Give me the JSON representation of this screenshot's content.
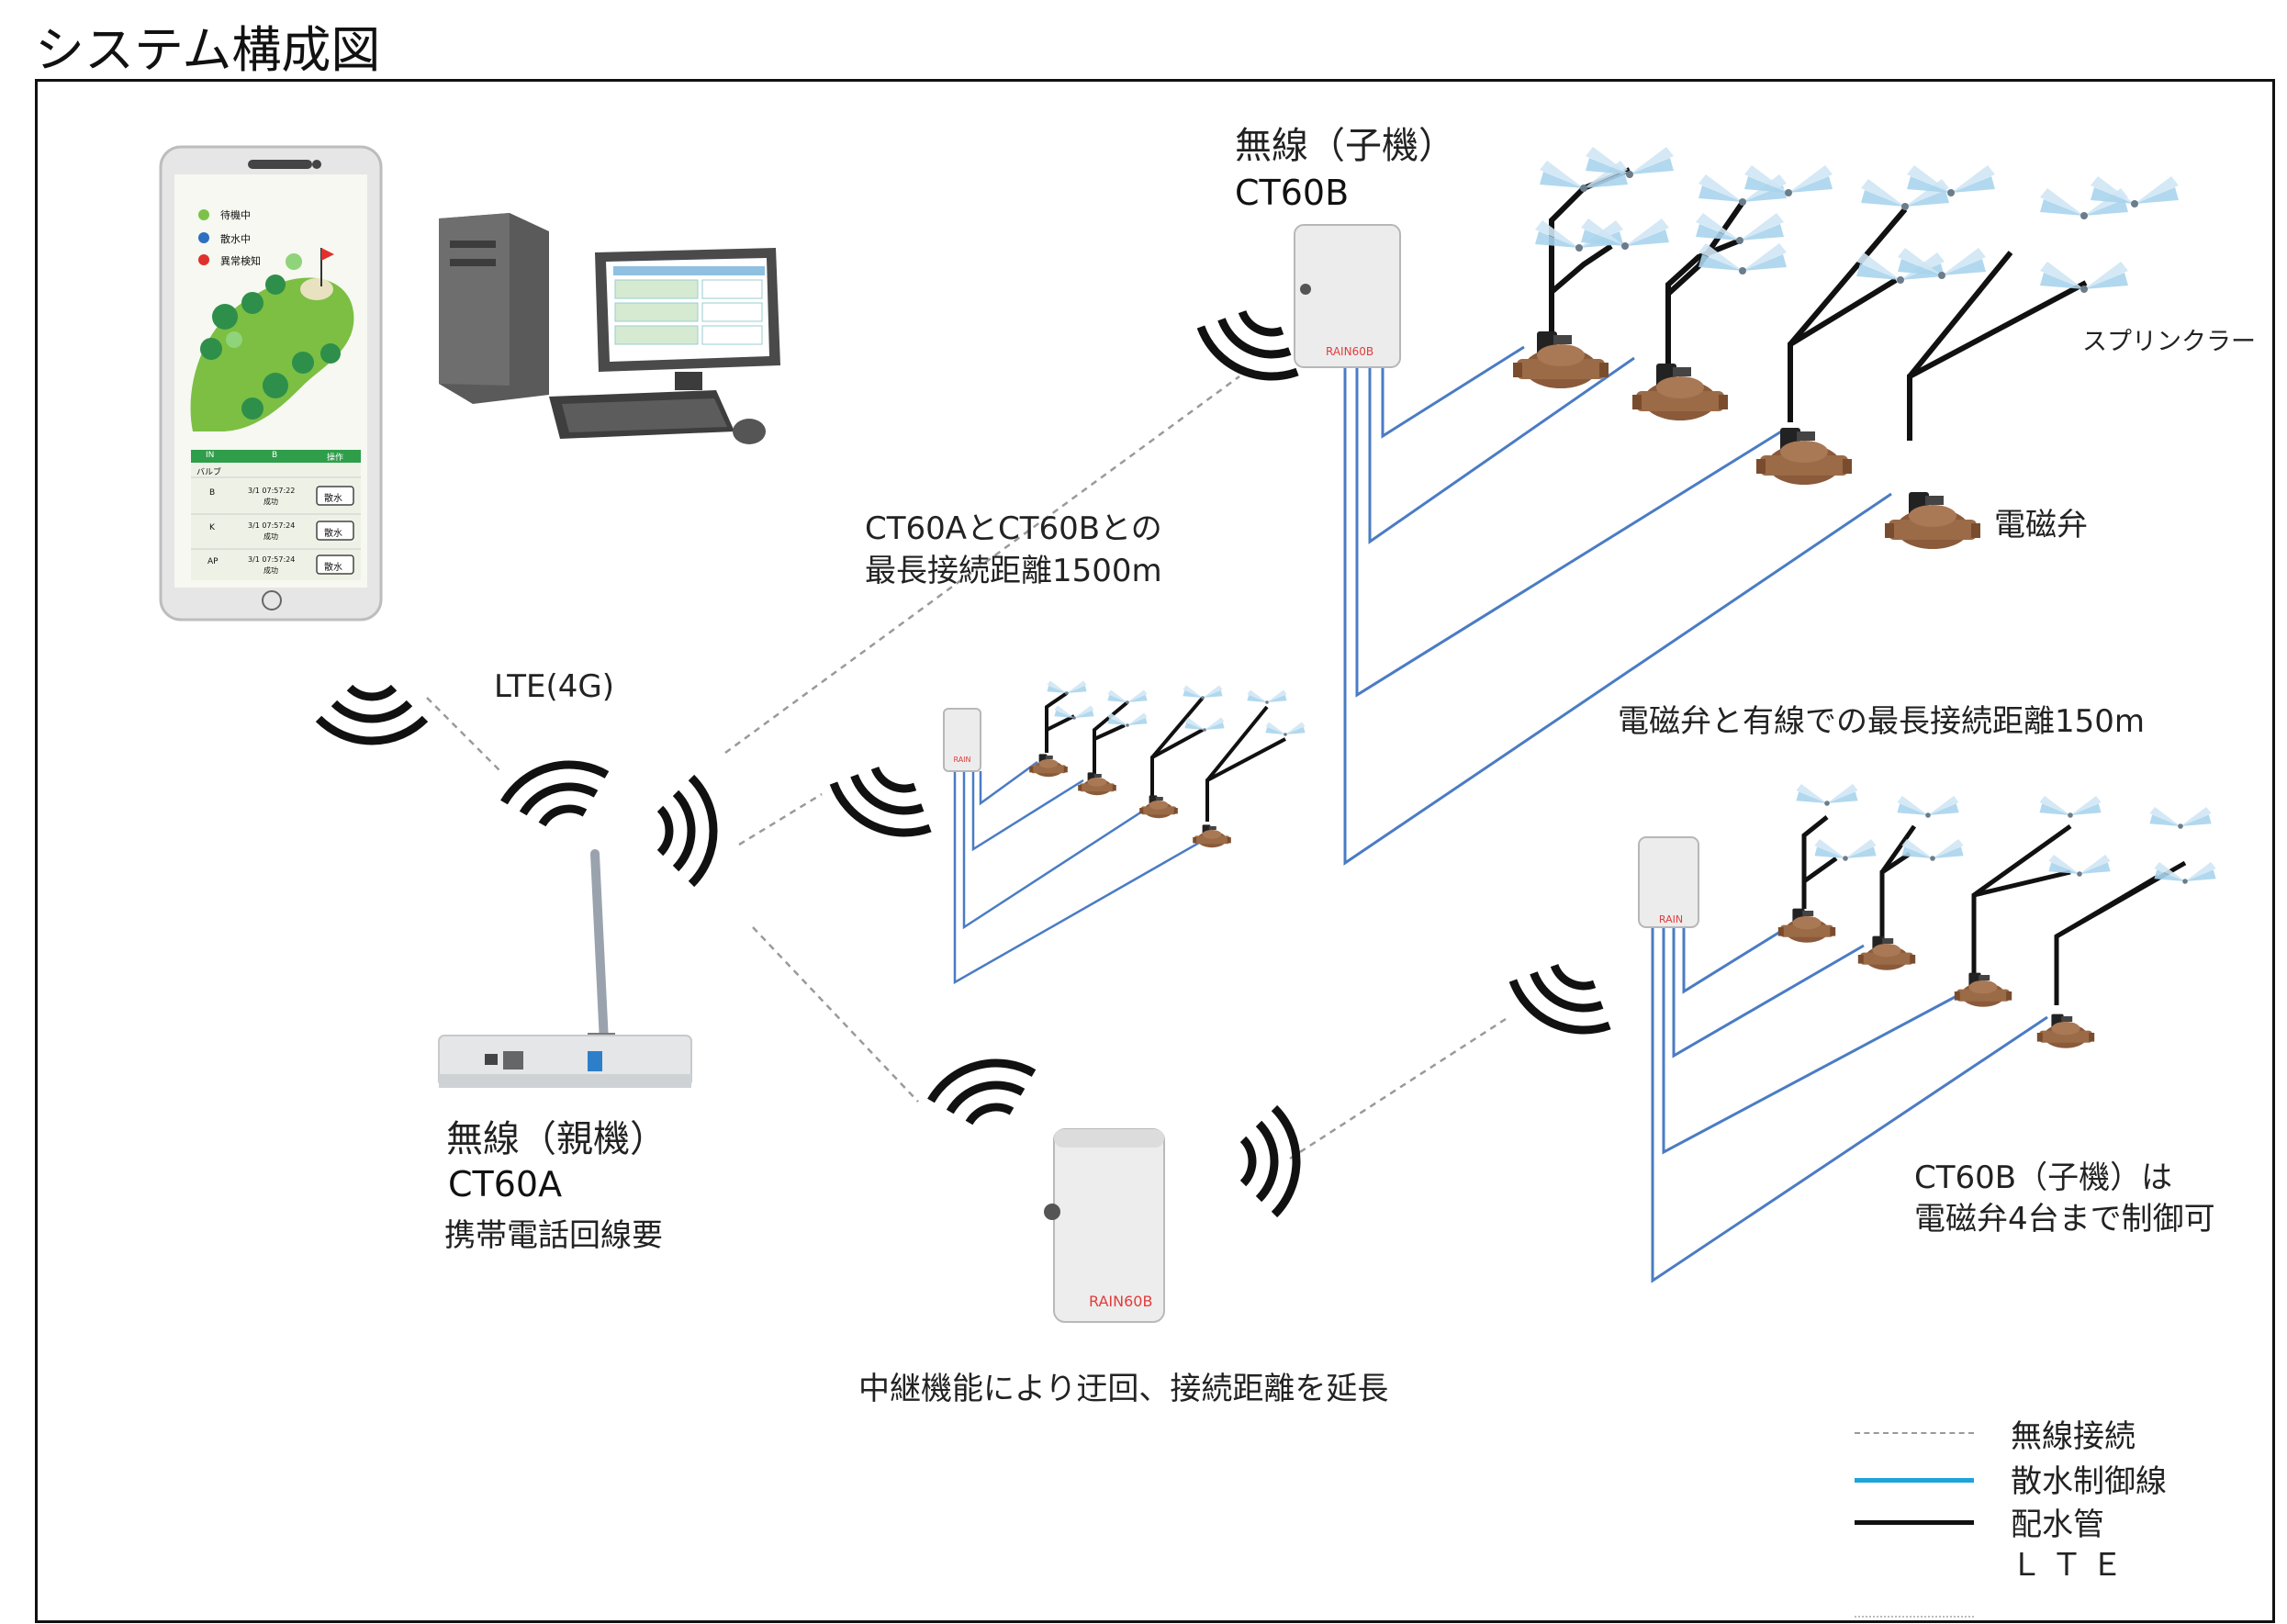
{
  "title": "システム構成図",
  "colors": {
    "control_line": "#4a7cc4",
    "water_pipe": "#111111",
    "wireless": "#999999",
    "legend_control": "#1fa3dc",
    "unit_label": "#e23c3c"
  },
  "phone": {
    "legend": [
      {
        "label": "待機中",
        "color": "#7cc24a"
      },
      {
        "label": "散水中",
        "color": "#2d6fc1"
      },
      {
        "label": "異常検知",
        "color": "#e0302e"
      }
    ],
    "table": {
      "headers": [
        "IN",
        "B",
        "操作"
      ],
      "section": "バルブ",
      "rows": [
        {
          "id": "B",
          "time": "3/1 07:57:22",
          "status": "成功",
          "action": "散水"
        },
        {
          "id": "K",
          "time": "3/1 07:57:24",
          "status": "成功",
          "action": "散水"
        },
        {
          "id": "AP",
          "time": "3/1 07:57:24",
          "status": "成功",
          "action": "散水"
        }
      ]
    }
  },
  "labels": {
    "lte": "LTE(4G)",
    "parent_name": "無線（親機）",
    "parent_model": "CT60A",
    "parent_note": "携帯電話回線要",
    "child_name": "無線（子機）",
    "child_model": "CT60B",
    "distance_wireless_1": "CT60AとCT60Bとの",
    "distance_wireless_2": "最長接続距離1500m",
    "distance_wired": "電磁弁と有線での最長接続距離150m",
    "sprinkler": "スプリンクラー",
    "valve": "電磁弁",
    "capacity_1": "CT60B（子機）は",
    "capacity_2": "電磁弁4台まで制御可",
    "relay_note": "中継機能により迂回、接続距離を延長",
    "unit_brand": "RAIN60B"
  },
  "legend": {
    "wireless": "無線接続",
    "control": "散水制御線",
    "pipe": "配水管",
    "lte": "ＬＴＥ"
  }
}
